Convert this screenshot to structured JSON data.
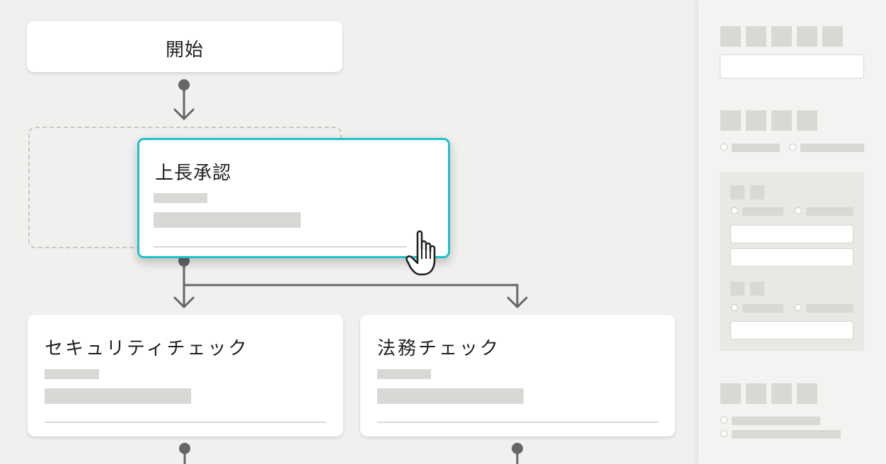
{
  "workflow": {
    "start_node": {
      "title": "開始"
    },
    "selected_node": {
      "title": "上長承認"
    },
    "branch_nodes": [
      {
        "title": "セキュリティチェック"
      },
      {
        "title": "法務チェック"
      }
    ]
  },
  "colors": {
    "selection_border": "#1fc1c8",
    "canvas_background": "#f1f0ee",
    "connector": "#666666",
    "placeholder": "#dad8d5"
  },
  "icons": [
    "hand-pointer-icon",
    "arrow-down-icon",
    "connector-dot-icon",
    "radio-icon"
  ]
}
